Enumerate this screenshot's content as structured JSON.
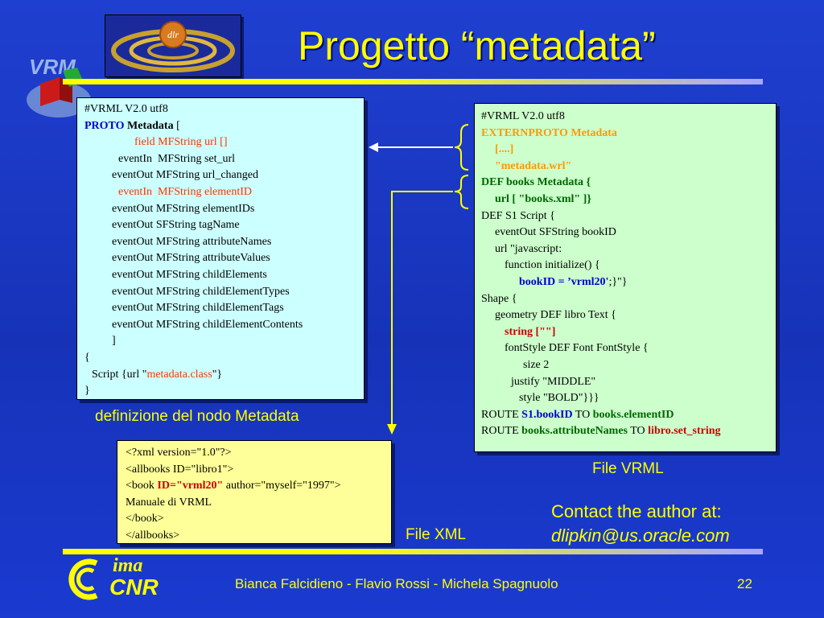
{
  "slide": {
    "title": "Progetto “metadata”",
    "page_number": "22",
    "footer_authors": "Bianca Falcidieno - Flavio Rossi - Michela Spagnuolo"
  },
  "logos": {
    "top_logo_icon": "dlr-rings-logo",
    "vrml_logo_icon": "vrml-logo",
    "ima_logo_text": "ima",
    "cnr_logo_text": "CNR"
  },
  "proto_box": {
    "lines": [
      "#VRML V2.0 utf8",
      "PROTO",
      " Metadata",
      " [",
      "field MFString url []",
      "eventIn  MFString set_url",
      "eventOut MFString url_changed",
      "eventIn  MFString elementID",
      "eventOut MFString elementIDs",
      "eventOut SFString tagName",
      "eventOut MFString attributeNames",
      "eventOut MFString attributeValues",
      "eventOut MFString childElements",
      "eventOut MFString childElementTypes",
      "eventOut MFString childElementTags",
      "eventOut MFString childElementContents",
      "]",
      "{",
      "Script {url \"",
      "metadata.class",
      "\"}",
      "}"
    ],
    "caption": "definizione del nodo Metadata"
  },
  "vrml_box": {
    "lines": [
      "#VRML V2.0 utf8",
      "EXTERNPROTO Metadata",
      "[....]",
      "\"metadata.wrl\"",
      "DEF books Metadata {",
      "url [ \"books.xml\" ]}",
      "DEF S1 Script {",
      "eventOut SFString bookID",
      "url \"javascript:",
      "function initialize() {",
      "bookID = ’vrml20'",
      ";}\"}",
      "Shape {",
      "geometry DEF libro Text {",
      "string [\"\"]",
      "fontStyle DEF Font FontStyle {",
      "size 2",
      "justify \"MIDDLE\"",
      "style \"BOLD\"}}}",
      "ROUTE ",
      "S1.bookID",
      " TO ",
      "books.elementID",
      "ROUTE ",
      "books.attributeNames",
      " TO ",
      "libro.set_string"
    ],
    "caption": "File VRML"
  },
  "xml_box": {
    "lines": [
      "<?xml version=\"1.0\"?>",
      "<allbooks ID=\"libro1\">",
      "<book ",
      "ID=\"vrml20\"",
      " author=\"myself=\"1997\">",
      "Manuale di VRML",
      "</book>",
      "</allbooks>"
    ],
    "caption": "File XML"
  },
  "contact": {
    "label": "Contact the author at:",
    "email": "dlipkin@us.oracle.com"
  },
  "colors": {
    "background": "#1a3ad0",
    "title": "#ffff00",
    "keyword_blue": "#0000cc",
    "keyword_red": "#ff3300",
    "keyword_orange": "#ff9900",
    "keyword_green": "#006600"
  }
}
